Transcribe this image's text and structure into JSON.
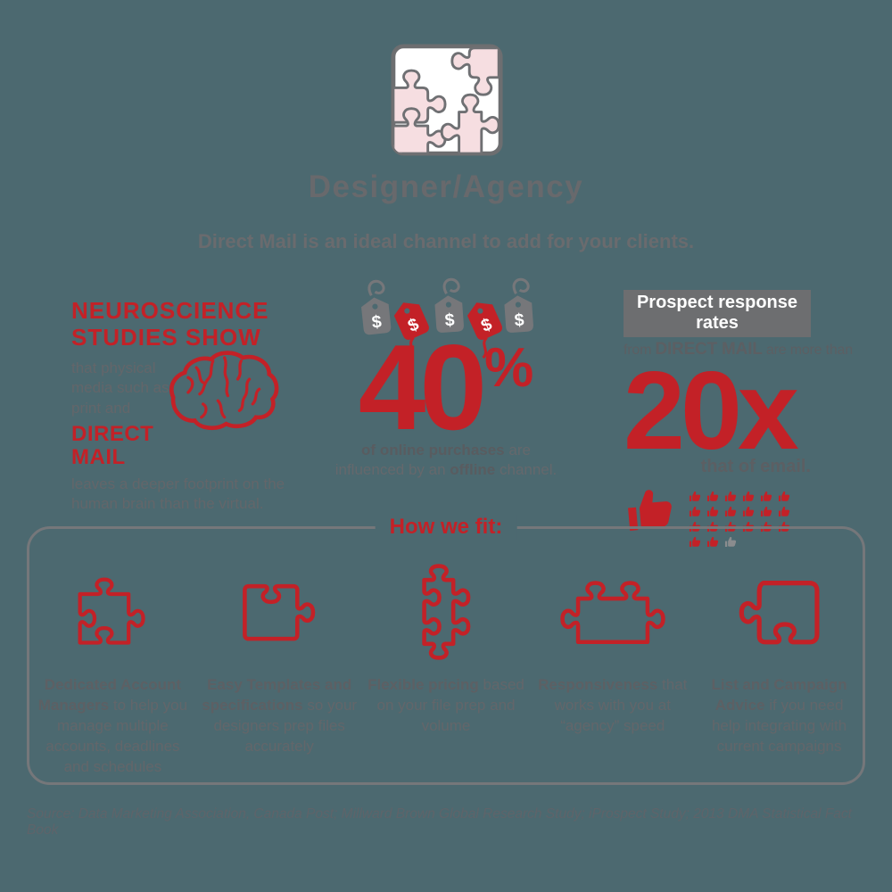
{
  "palette": {
    "background": "#4c6970",
    "red": "#c32127",
    "pink": "#f6dee1",
    "gray_text": "#63666a",
    "banner_gray": "#6d6e70",
    "banner_text": "#ffffff",
    "muted_gray_thumb": "#8a8c8e"
  },
  "header": {
    "icon": "puzzle-box-icon",
    "title": "Designer/Agency",
    "subtitle": "Direct Mail is an ideal channel to add for your clients."
  },
  "stats": {
    "neuroscience": {
      "title_line1": "NEUROSCIENCE",
      "title_line2": "STUDIES SHOW",
      "body_intro": "that physical media such as print and",
      "highlight": "DIRECT MAIL",
      "body_outro": "leaves a deeper footprint on the human brain than the virtual.",
      "icon": "brain-icon"
    },
    "online_purchases": {
      "big_stat": "40",
      "percent_sign": "%",
      "tag_symbol": "$",
      "icon": "price-tags-icon",
      "caption_bold1": "of online purchases",
      "caption_reg1": " are influenced by an ",
      "caption_bold2": "offline",
      "caption_reg2": " channel."
    },
    "response_rates": {
      "banner": "Prospect response rates",
      "line_pre": "from ",
      "line_bold": "DIRECT MAIL",
      "line_post": " are more than",
      "big_stat": "20x",
      "caption": "that of email.",
      "thumbs_red_count": 20,
      "thumbs_gray_count": 1
    }
  },
  "fit_section": {
    "title": "How we fit:",
    "items": [
      {
        "icon": "puzzle-piece-1-icon",
        "lead": "Dedicated Account Managers",
        "rest": " to help you manage multiple accounts, deadlines and schedules"
      },
      {
        "icon": "puzzle-piece-2-icon",
        "lead": "Easy Templates and specifications",
        "rest": " so your designers prep files accurately"
      },
      {
        "icon": "puzzle-piece-3-icon",
        "lead": "Flexible pricing",
        "rest": " based on your file prep and volume"
      },
      {
        "icon": "puzzle-piece-4-icon",
        "lead": "Responsiveness",
        "rest": " that works with you at “agency” speed"
      },
      {
        "icon": "puzzle-piece-5-icon",
        "lead": "List and Campaign Advice",
        "rest": " if you need help integrating with current campaigns"
      }
    ]
  },
  "footer": {
    "source": "Source: Data Marketing Association, Canada Post; Millward Brown Global Research Study; iProspect Study; 2013 DMA Statistical Fact Book"
  }
}
